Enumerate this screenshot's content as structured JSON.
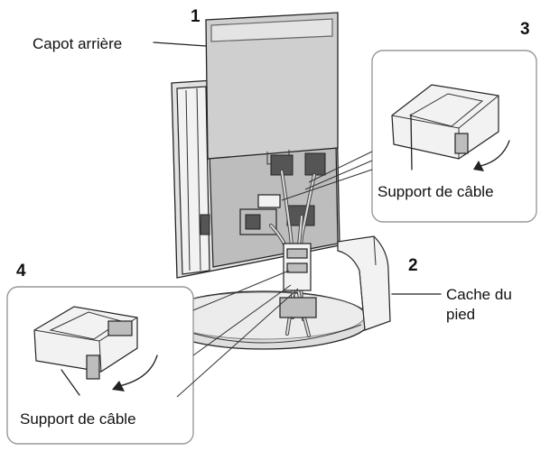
{
  "labels": {
    "rear_cover": "Capot arrière",
    "cable_holder_top": "Support de câble",
    "cable_holder_bottom": "Support de câble",
    "stand_cover_line1": "Cache du",
    "stand_cover_line2": "pied"
  },
  "steps": {
    "step1": "1",
    "step2": "2",
    "step3": "3",
    "step4": "4"
  }
}
